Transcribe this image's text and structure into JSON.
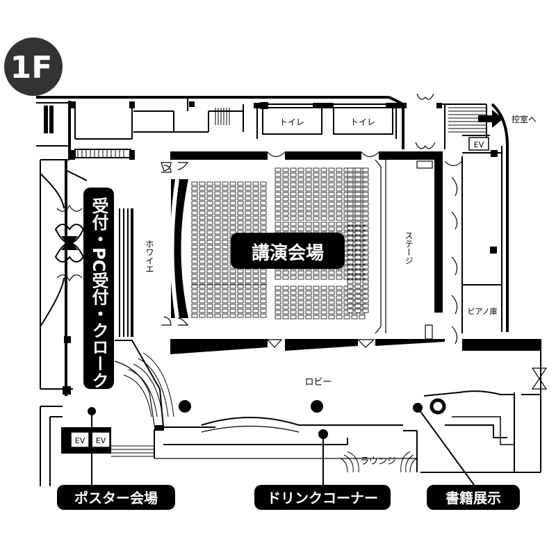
{
  "floor": {
    "label": "1F"
  },
  "rooms": {
    "main_hall": "講演会場",
    "foyer": "ホワイエ",
    "stage": "ステージ",
    "lobby": "ロビー",
    "lounge": "ラウンジ",
    "piano_storage": "ピアノ庫",
    "toilet_1": "トイレ",
    "toilet_2": "トイレ",
    "elevator_1": "EV",
    "elevator_2": "EV",
    "elevator_3": "EV",
    "green_room_direction": "控室へ"
  },
  "callouts": {
    "reception": "受付・PC受付・クローク",
    "poster_hall": "ポスター会場",
    "drink_corner": "ドリンクコーナー",
    "book_exhibit": "書籍展示"
  },
  "colors": {
    "fill": "#000000",
    "background": "#ffffff",
    "badge": "#333333"
  }
}
